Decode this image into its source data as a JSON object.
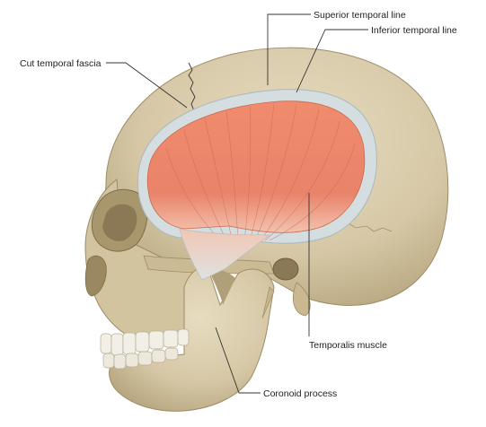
{
  "labels": {
    "superior_temporal_line": "Superior temporal line",
    "inferior_temporal_line": "Inferior temporal line",
    "cut_temporal_fascia": "Cut temporal fascia",
    "temporalis_muscle": "Temporalis muscle",
    "coronoid_process": "Coronoid process"
  },
  "colors": {
    "bone": "#d9ccad",
    "bone_shadow": "#b7a77f",
    "bone_dark": "#8c7c58",
    "muscle": "#ea8466",
    "muscle_light": "#f4b49c",
    "fascia": "#cfd8dc",
    "teeth": "#f2efe6"
  }
}
